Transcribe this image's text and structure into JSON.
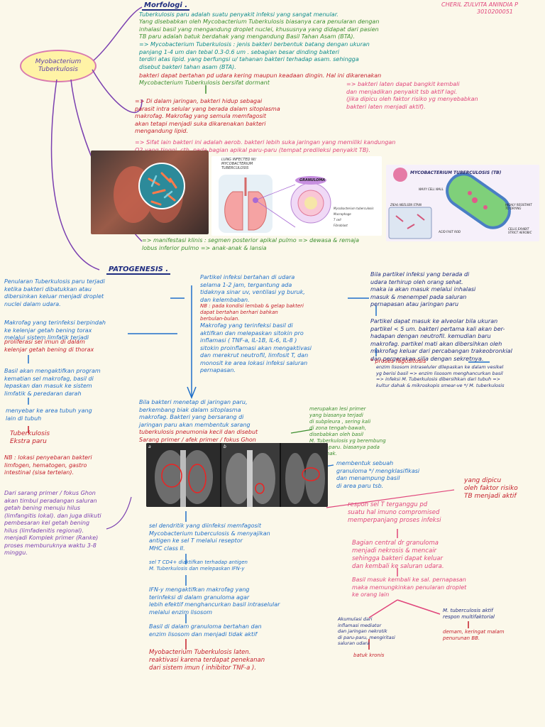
{
  "header": {
    "author": "CHERIL ZULVITA ANINDIA P",
    "id": "3010200051"
  },
  "topic_oval": "Myobacterium\nTuberkulosis",
  "morfologi": {
    "title": "Morfologi .",
    "p1": "Tuberkulosis paru adalah suatu penyakit infeksi yang sangat menular.",
    "p2": "Yang disebabkan oleh Mycobacterium Tuberkulosis biasanya cara penularan dengan\ninhalasi basil yang mengandung droplet nuclei, khususnya yang didapat dari pasien\nTB paru adalah batuk berdahak yang mengandung Basil Tahan Asam (BTA).",
    "p3": "=> Mycobacterium Tuberkulosis : jenis bakteri berbentuk batang dengan ukuran\n    panjang 1-4 um dan tebal 0.3-0.6 um . sebagian besar dinding bakteri\n    terdiri atas lipid. yang berfungsi u/ tahanan bakteri terhadap asam. sehingga\n    disebut bakteri tahan asam (BTA).",
    "p4": "    bakteri dapat bertahan pd udara kering maupun keadaan dingin. Hal ini dikarenakan",
    "p5": "    Mycobacterium Tuberkulosis bersifat dormant",
    "p5b": "=> bakteri laten dapat bangkit kembali\n    dan menjadikan penyakit tsb aktif lagi.\n    (jika dipicu oleh faktor risiko yg menyebabkan\n    bakteri laten menjadi aktif).",
    "p6": "=>  Di dalam jaringan, bakteri hidup sebagai\n     parasit intra selular yang berada dalam sitoplasma\n     makrofag. Makrofag yang semula memfagosit\n     akan tetapi menjadi suka dikarenakan bakteri\n     mengandung lipid.",
    "p7": "=>  Sifat lain bakteri ini adalah aerob. bakteri lebih suka jaringan yang memiliki kandungan\n     O2 yang tinggi. cth, pada bagian apikal paru-paru (tempat predileksi penyakit TB).",
    "manifest": "=> manifestasi klinis : segmen posterior apikal pulmo => dewasa & remaja\n                                  lobus inferior pulmo => anak-anak & lansia"
  },
  "figures": {
    "lung_caption": "LUNG INFECTED W/\nMYCOBACTERIUM\nTUBERCULOSIS",
    "granuloma": "GRANULOMA",
    "granuloma_labels": [
      "Mycobacterium tuberculosis",
      "Macrophage",
      "T cell",
      "Fibroblast"
    ],
    "tb_title": "MYCOBACTERIUM TUBERCULOSIS (TB)",
    "tb_labels": [
      "WAXY CELL WALL",
      "ZIEHL-NEELSEN STAIN",
      "ACID FAST ROD",
      "HIGHLY RESISTANT\nTO DRYING",
      "CELLS EXHIBIT\nSTRICT AEROBIC"
    ],
    "xray_a": "a",
    "xray_b": "b"
  },
  "patogenesis": {
    "title": "PATOGENESIS .",
    "left1": "Penularan Tuberkulosis paru terjadi\nketika bakteri dibatukkan atau\ndibersinkan keluar menjadi droplet\nnuclei dalam udara.",
    "left2": "Makrofag yang terinfeksi berpindah\nke kelenjar getah bening torax\nmelalui sistem limfatik terjadi",
    "left2b": "proliferasi sel imun di dalam\nkelenjar getah bening di thorax",
    "left3": "Basil akan mengaktifkan program\nkematian sel makrofag, basil di\nlepaskan dan masuk ke sistem\nlimfatik & peredaran darah",
    "left4": "menyebar ke area tubuh yang\nlain di tubuh",
    "left5": "Tuberkulosis\nEkstra paru",
    "left6": "NB : lokasi penyebaran bakteri\nlimfogen, hematogen, gastro\nintestinal (sisa tertelan).",
    "left7": "Dari sarang primer / fokus Ghon\nakan timbul peradangan saluran\ngetah bening menuju hilus\n(limfangitis lokal). dan juga diikuti\npembesaran kel getah bening\nhilus (limfadenitis regional).\nmenjadi Komplek primer (Ranke)\nproses memburuknya waktu 3-8\nminggu.",
    "mid1": "Partikel infeksi bertahan di udara\nselama 1-2 jam, tergantung ada\ntidaknya sinar uv, ventilasi yg buruk,\ndan kelembaban.",
    "mid1nb": "NB : pada kondisi lembab & gelap bakteri\n       dapat bertahan berhari bahkan\n       berbulan-bulan.",
    "mid2": "Makrofag yang terinfeksi basil di\naktifkan dan melepaskan sitokin pro\ninflamasi ( TNF-a, IL-1B, IL-6, IL-8 )\nsitokin proinflamasi akan mengaktivasi\ndan merekrut neutrofil, limfosit T, dan\nmonosit ke area lokasi infeksi saluran\npernapasan.",
    "mid3": "Bila bakteri menetap di jaringan paru,\nberkembang biak dalam sitoplasma\nmakrofag. Bakteri yang bersarang di\njaringan paru akan membentuk sarang",
    "mid3red": "tuberkulosis pneumonia kecil dan disebut\nSarang primer / afek primer / fokus Ghon",
    "right1": "Bila partikel infeksi yang berada di\nudara terhirup oleh orang sehat.\nmaka ia akan masuk melalui inhalasi\nmasuk & menempel pada saluran\npernapasan atau jaringan paru",
    "right2": "Partikel dapat masuk ke alveolar bila ukuran\npartikel < 5 um. bakteri pertama kali akan ber-\nhadapan dengan neutrofil. kemudian baru\nmakrofag. partikel mati akan dibersihkan oleh\nmakrofag keluar dari percabangan trakeobronkial\ndan pergerakan silia dengan sekretnya.",
    "right3": "* proses fagositosis",
    "right3b": "enzim lisosom intraseluler dilepaskan ke dalam vesikel\nyg berisi basil => enzim lisosom menghancurkan basil\n=> infeksi M. Tuberkulosis dibersihkan dari tubuh =>",
    "right3c": "kultur dahak & mikroskopis smear-ve */ M. tuberkulosis",
    "green_note": "merupakan lesi primer\nyang biasanya terjadi\ndi subpleura , sering kali\ndi zona tengah-bawah,\ndisebabkan oleh basil\nM. Tuberkulosis yg berembung\ndi paru-paru. biasanya pada\nanak-anak.",
    "xray_note": "membentuk sebuah\ngranuloma */ mengklasifikasi\ndan menampung basil\ndi area paru tsb.",
    "mid4": "sel dendritik yang diinfeksi memfagosit\nMycobacterium tuberculosis & menyajikan\nantigen ke sel T melalui reseptor\nMHC class II.",
    "mid5": "sel T CD4+ diaktifkan terhadap antigen\nM. Tuberkulosis dan melepaskan IFN-y",
    "mid6": "IFN-y mengaktifkan makrofag yang\nterinfeksi di dalam granuloma agar\nlebih efektif menghancurkan basil intraselular\nmelalui enzim lisosom",
    "mid7": "Basil di dalam granuloma bertahan dan\nenzim lisosom dan menjadi tidak aktif",
    "mid8": "Myobacterium Tuberkulosis laten.\nreaktivasi karena terdapat penekanan\ndari sistem imun ( inhibitor TNF-a ).",
    "pink1": "yang dipicu\noleh faktor risiko\nTB menjadi aktif",
    "pink2": "respon sel T terganggu pd\nsuatu hal imuno compromised\nmemperpanjang proses infeksi",
    "pink3": "Bagian central dr granuloma\nmenjadi nekrosis & mencair\nsehingga bakteri dapat keluar\ndan kembali ke saluran udara.",
    "pink4": "Basil masuk kembali ke sal. pernapasan\nmaka memungkinkan penularan droplet\nke orang lain",
    "branch_left": "Akumulasi dari\ninflamasi mediator\ndan jaringan nekrotik\ndi paru-paru, mengiritasi\nsaluran udara",
    "branch_left_r": "batuk kronis",
    "branch_right": "M. tuberculosis aktif\nrespon multifaktorial",
    "branch_right_r": "demam, keringat malam\npenurunan BB."
  }
}
